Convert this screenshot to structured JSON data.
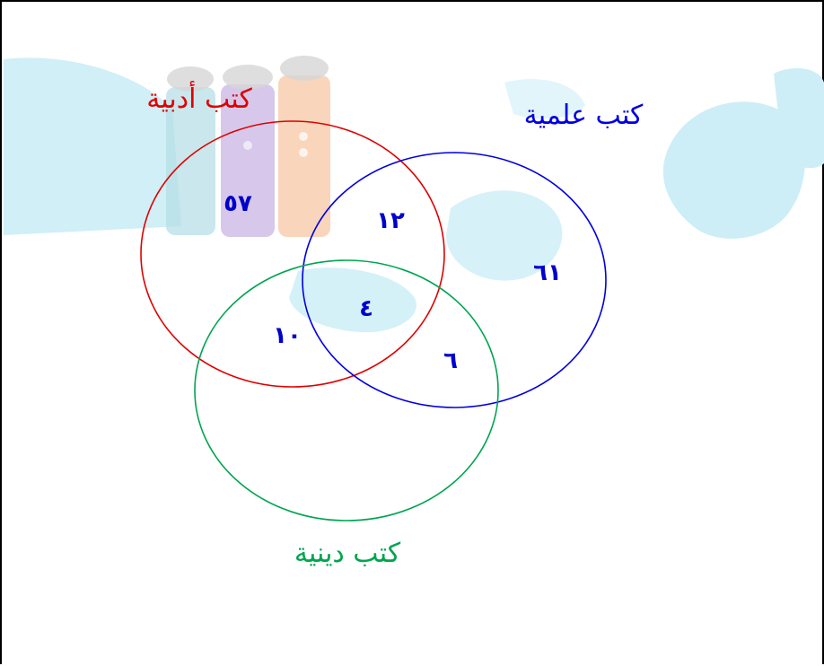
{
  "sets": {
    "literary": {
      "label": "كتب أدبية",
      "color": "#e00000"
    },
    "scientific": {
      "label": "كتب علمية",
      "color": "#0000e0"
    },
    "religious": {
      "label": "كتب دينية",
      "color": "#00a550"
    }
  },
  "regions": {
    "literary_only": "٥٧",
    "literary_scientific": "١٢",
    "scientific_only": "٦١",
    "all_three": "٤",
    "literary_religious": "١٠",
    "scientific_religious": "٦"
  },
  "colors": {
    "number_text": "#0000cc",
    "watermark": "#cdeef6"
  }
}
